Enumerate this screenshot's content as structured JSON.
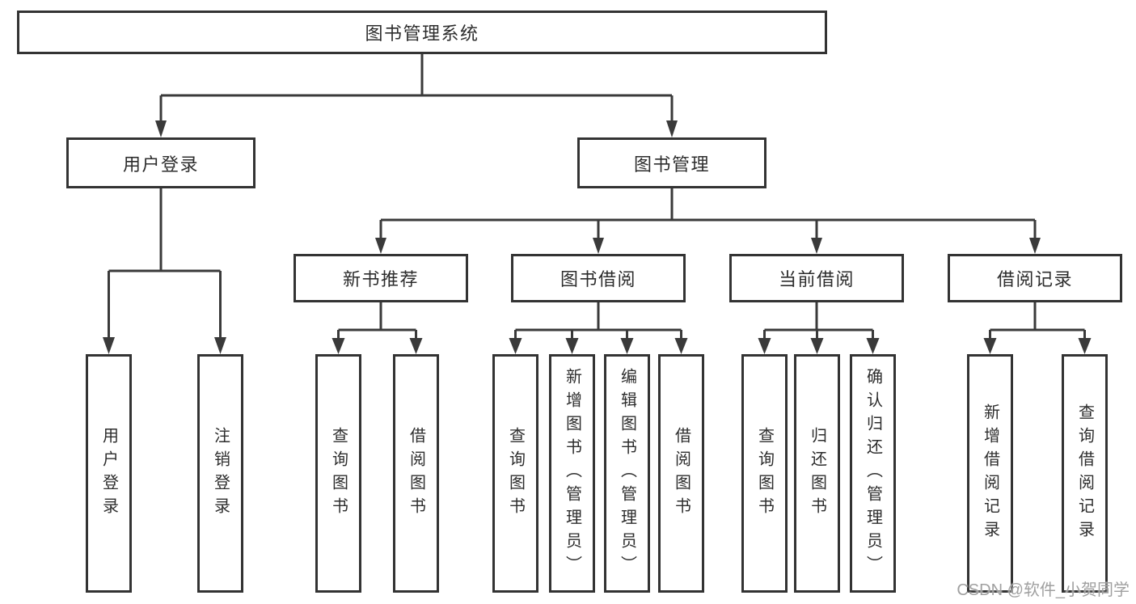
{
  "tree": {
    "label": "图书管理系统",
    "children": [
      {
        "label": "用户登录",
        "children": [
          {
            "label": "用户登录"
          },
          {
            "label": "注销登录"
          }
        ]
      },
      {
        "label": "图书管理",
        "children": [
          {
            "label": "新书推荐",
            "children": [
              {
                "label": "查询图书"
              },
              {
                "label": "借阅图书"
              }
            ]
          },
          {
            "label": "图书借阅",
            "children": [
              {
                "label": "查询图书"
              },
              {
                "label": "新增图书（管理员）"
              },
              {
                "label": "编辑图书（管理员）"
              },
              {
                "label": "借阅图书"
              }
            ]
          },
          {
            "label": "当前借阅",
            "children": [
              {
                "label": "查询图书"
              },
              {
                "label": "归还图书"
              },
              {
                "label": "确认归还（管理员）"
              }
            ]
          },
          {
            "label": "借阅记录",
            "children": [
              {
                "label": "新增借阅记录"
              },
              {
                "label": "查询借阅记录"
              }
            ]
          }
        ]
      }
    ]
  },
  "watermark": "CSDN @软件_小贺同学",
  "colors": {
    "line": "#3a3a3a",
    "box_border": "#333333",
    "text": "#2d2d2d",
    "watermark": "#a0a0a0",
    "background": "#ffffff"
  }
}
